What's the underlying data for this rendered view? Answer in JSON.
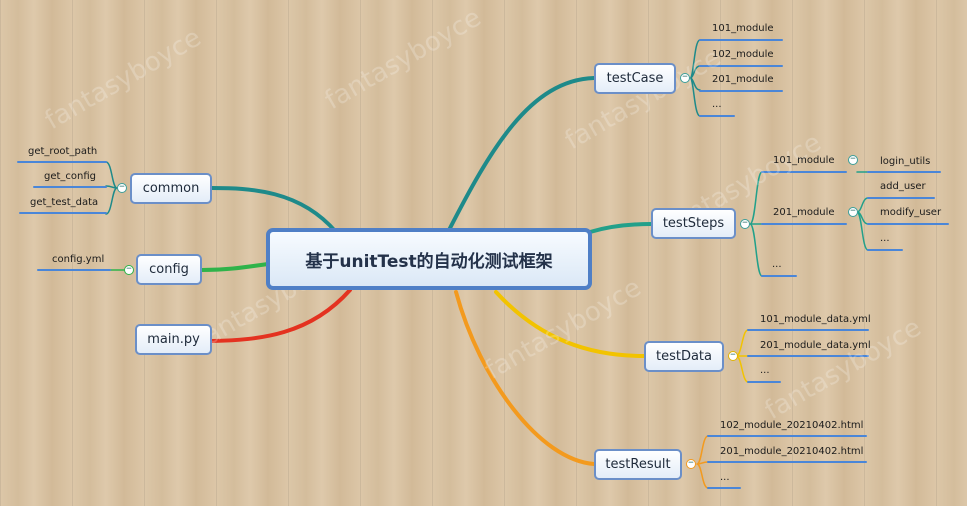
{
  "root": {
    "label": "基于unitTest的自动化测试框架"
  },
  "watermark": "fantasyboyce",
  "colors": {
    "teal": "#1e8a8a",
    "green": "#2fb34a",
    "red": "#e43220",
    "yellow": "#f2c300",
    "orange": "#f39a1e",
    "leafLine": "#4a86d8",
    "nodeBorder": "#6b8fc8"
  },
  "nodes": {
    "testCase": {
      "label": "testCase",
      "children": [
        "101_module",
        "102_module",
        "201_module",
        "..."
      ]
    },
    "testSteps": {
      "label": "testSteps",
      "m101": {
        "label": "101_module",
        "children": [
          "login_utils"
        ]
      },
      "m201": {
        "label": "201_module",
        "children": [
          "add_user",
          "modify_user",
          "..."
        ]
      },
      "more": "..."
    },
    "testData": {
      "label": "testData",
      "children": [
        "101_module_data.yml",
        "201_module_data.yml",
        "..."
      ]
    },
    "testResult": {
      "label": "testResult",
      "children": [
        "102_module_20210402.html",
        "201_module_20210402.html",
        "..."
      ]
    },
    "common": {
      "label": "common",
      "children": [
        "get_root_path",
        "get_config",
        "get_test_data"
      ]
    },
    "config": {
      "label": "config",
      "children": [
        "config.yml"
      ]
    },
    "main": {
      "label": "main.py"
    }
  },
  "toggle_symbol": "−"
}
